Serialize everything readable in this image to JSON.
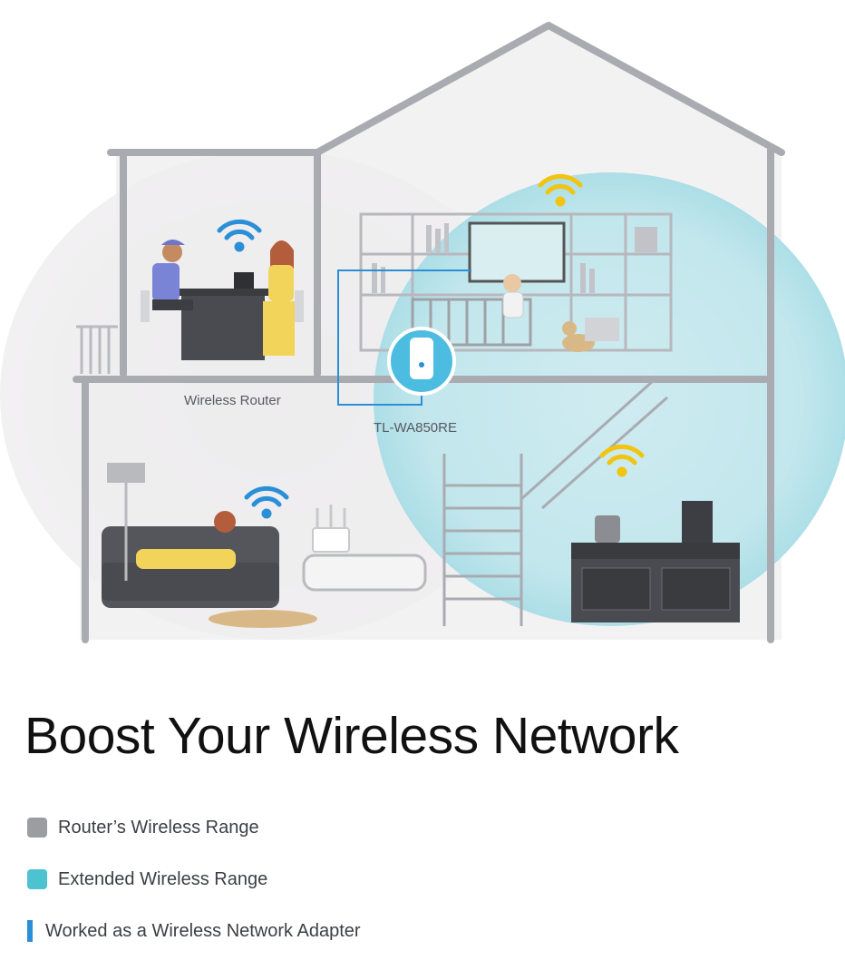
{
  "diagram": {
    "router_label": "Wireless Router",
    "extender_label": "TL-WA850RE"
  },
  "headline": "Boost Your Wireless Network",
  "legend": {
    "items": [
      {
        "label": "Router’s Wireless Range",
        "color": "#9c9da1",
        "kind": "swatch"
      },
      {
        "label": "Extended Wireless Range",
        "color": "#4cc3cf",
        "kind": "swatch"
      },
      {
        "label": "Worked as a Wireless Network Adapter",
        "color": "#2a8fd6",
        "kind": "bar"
      }
    ]
  },
  "colors": {
    "wall": "#a9abb1",
    "wifi_router": "#2a8fd6",
    "wifi_extender": "#f2c40f",
    "range_router": "#ecebed",
    "range_extended": "#bfe6ec"
  },
  "icons": [
    "wifi-icon",
    "wireless-router-icon",
    "range-extender-icon",
    "sofa-icon",
    "dog-icon",
    "stove-icon"
  ]
}
